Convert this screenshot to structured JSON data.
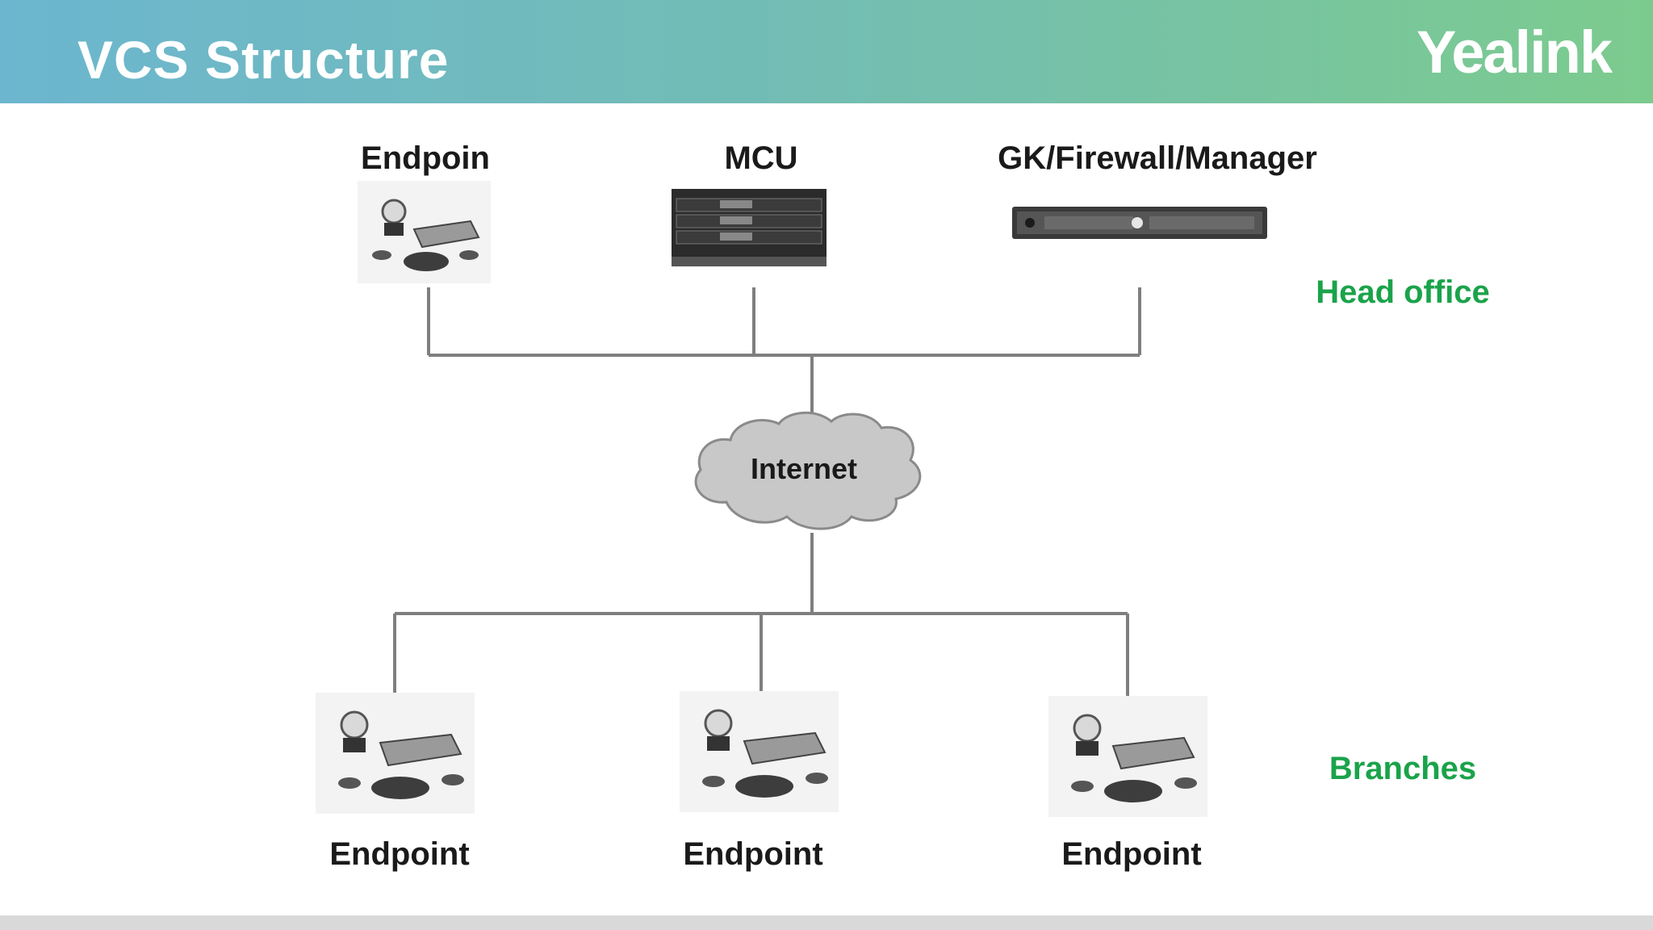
{
  "header": {
    "title": "VCS Structure",
    "brand": "Yealink"
  },
  "head_office": {
    "zone_label": "Head office",
    "devices": [
      {
        "label": "Endpoin",
        "icon": "video-conference-kit-icon"
      },
      {
        "label": "MCU",
        "icon": "mcu-chassis-icon"
      },
      {
        "label": "GK/Firewall/Manager",
        "icon": "rack-server-icon"
      }
    ]
  },
  "network": {
    "label": "Internet",
    "icon": "cloud-icon"
  },
  "branches": {
    "zone_label": "Branches",
    "devices": [
      {
        "label": "Endpoint",
        "icon": "video-conference-kit-icon"
      },
      {
        "label": "Endpoint",
        "icon": "video-conference-kit-icon"
      },
      {
        "label": "Endpoint",
        "icon": "video-conference-kit-icon"
      }
    ]
  },
  "colors": {
    "zone_label": "#1aa34a",
    "connector": "#7f7f7f",
    "cloud_fill": "#c8c8c8"
  }
}
